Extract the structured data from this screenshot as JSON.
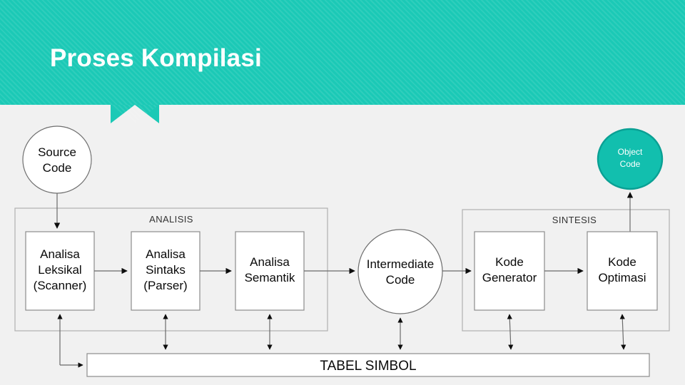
{
  "header": {
    "title": "Proses Kompilasi",
    "accent_color": "#1bc9b6",
    "title_color": "#ffffff"
  },
  "diagram": {
    "background_color": "#f1f1f1",
    "start_node": {
      "line1": "Source",
      "line2": "Code"
    },
    "end_node": {
      "line1": "Object",
      "line2": "Code",
      "fill_color": "#12bfae",
      "text_color": "#ffffff"
    },
    "middle_node": {
      "line1": "Intermediate",
      "line2": "Code"
    },
    "groups": [
      {
        "label": "ANALISIS"
      },
      {
        "label": "SINTESIS"
      }
    ],
    "analysis_stages": [
      {
        "line1": "Analisa",
        "line2": "Leksikal",
        "line3": "(Scanner)"
      },
      {
        "line1": "Analisa",
        "line2": "Sintaks",
        "line3": "(Parser)"
      },
      {
        "line1": "Analisa",
        "line2": "Semantik",
        "line3": ""
      }
    ],
    "synthesis_stages": [
      {
        "line1": "Kode",
        "line2": "Generator",
        "line3": ""
      },
      {
        "line1": "Kode",
        "line2": "Optimasi",
        "line3": ""
      }
    ],
    "symbol_table": {
      "label": "TABEL SIMBOL"
    }
  }
}
